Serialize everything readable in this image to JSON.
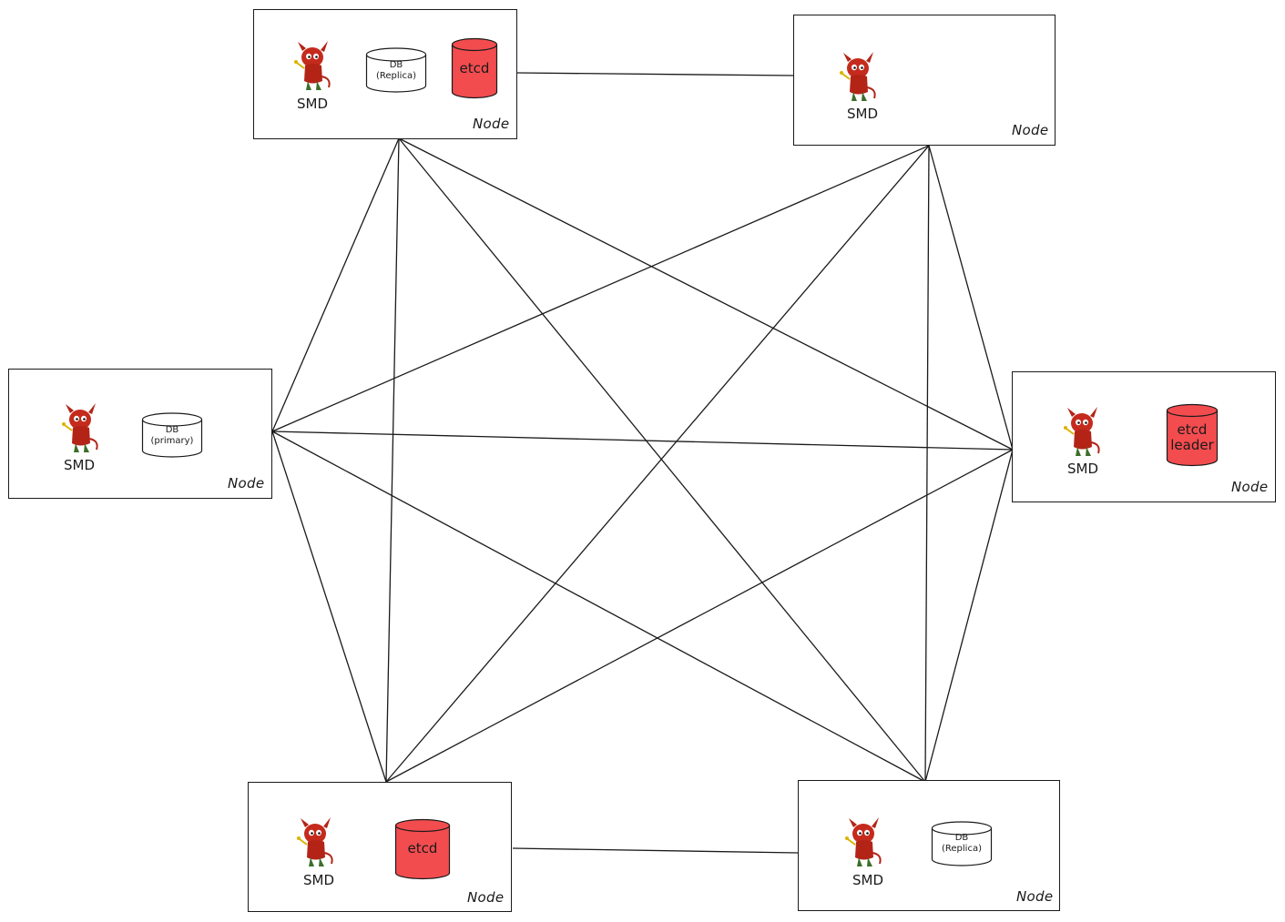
{
  "node_label": "Node",
  "nodes": [
    {
      "id": "n1",
      "service": "SMD",
      "db": "DB\n(Replica)",
      "etcd": "etcd"
    },
    {
      "id": "n2",
      "service": "SMD"
    },
    {
      "id": "n3",
      "service": "SMD",
      "db": "DB\n(primary)"
    },
    {
      "id": "n4",
      "service": "SMD",
      "etcd": "etcd\nleader"
    },
    {
      "id": "n5",
      "service": "SMD",
      "etcd": "etcd"
    },
    {
      "id": "n6",
      "service": "SMD",
      "db": "DB\n(Replica)"
    }
  ],
  "colors": {
    "etcd_fill": "#f24c4f",
    "stroke": "#1a1a1a",
    "mascot_red": "#b32417"
  },
  "icons": {
    "mascot": "bsd-daemon-icon",
    "database": "database-cylinder-icon"
  }
}
